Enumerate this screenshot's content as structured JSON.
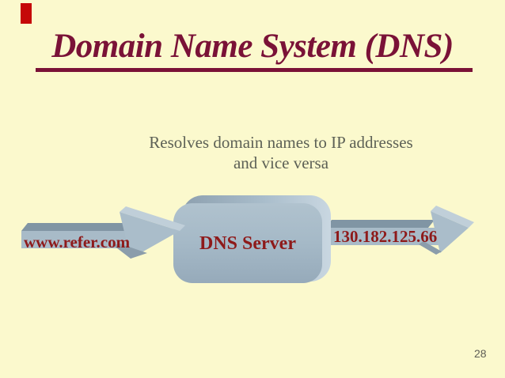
{
  "slide": {
    "title": "Domain Name System (DNS)",
    "subtitle_line1": "Resolves domain names to IP addresses",
    "subtitle_line2": "and vice versa",
    "page_number": "28",
    "background_color": "#fbf9cd",
    "accent_color": "#7a1237",
    "subtitle_color": "#5d6156"
  },
  "diagram": {
    "input_label": "www.refer.com",
    "server_label": "DNS Server",
    "output_label": "130.182.125.66",
    "label_color": "#8e1a1a",
    "shape_color": "#a8bbc8"
  }
}
